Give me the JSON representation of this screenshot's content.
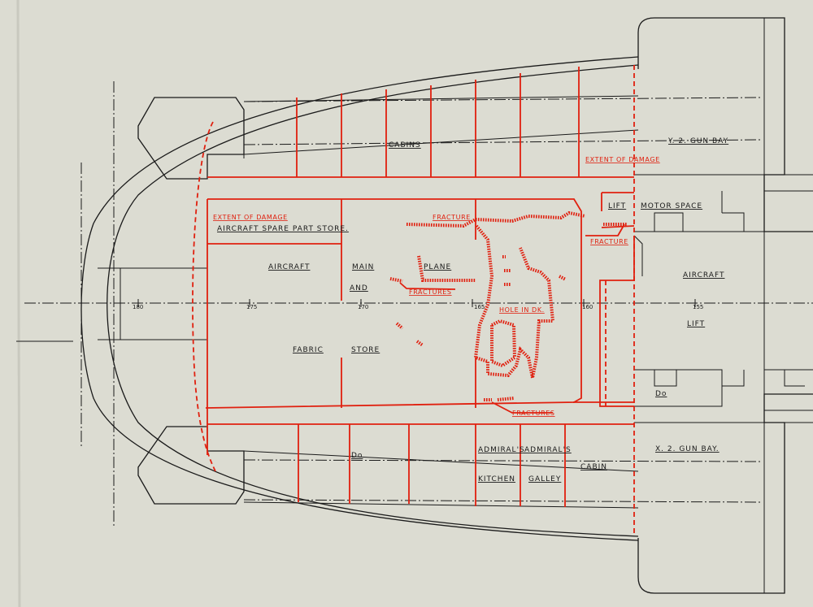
{
  "labels": {
    "cabins": "CABINS",
    "y2_gun_bay": "Y. 2. GUN BAY",
    "extent_of_damage_right": "EXTENT OF DAMAGE",
    "extent_of_damage_left": "EXTENT OF DAMAGE",
    "aircraft_spare_part_store": "AIRCRAFT SPARE PART STORE.",
    "fracture_top": "FRACTURE",
    "lift": "LIFT",
    "motor_space": "MOTOR SPACE",
    "fracture_right": "FRACTURE",
    "aircraft_left": "AIRCRAFT",
    "main": "MAIN",
    "plane": "PLANE",
    "and": "AND",
    "fractures_mid": "FRACTURES",
    "aircraft_right": "AIRCRAFT",
    "hole_in_dk": "HOLE IN DK.",
    "lift_right": "LIFT",
    "fabric": "FABRIC",
    "store": "STORE",
    "ditto_right": "Do",
    "fractures_bottom": "FRACTURES",
    "ditto_bottom": "Do",
    "x2_gun_bay": "X. 2. GUN BAY.",
    "admirals_1": "ADMIRAL'S",
    "admirals_2": "ADMIRAL'S",
    "kitchen": "KITCHEN",
    "galley": "GALLEY",
    "cabin": "CABIN"
  },
  "frame_numbers": [
    "180",
    "175",
    "170",
    "165",
    "160",
    "155"
  ],
  "colors": {
    "paper": "#dcdcd2",
    "ink": "#1a1a1a",
    "damage": "#e0200f"
  }
}
